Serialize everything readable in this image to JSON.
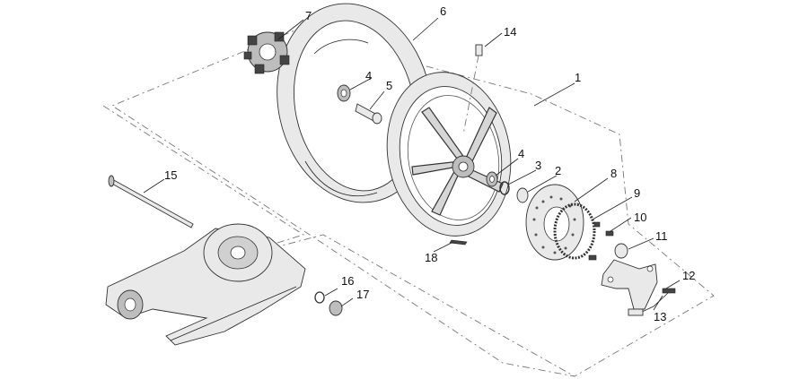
{
  "diagram": {
    "labels": [
      "1",
      "2",
      "3",
      "4",
      "4",
      "5",
      "6",
      "7",
      "8",
      "9",
      "10",
      "11",
      "12",
      "13",
      "14",
      "15",
      "16",
      "17",
      "18"
    ]
  }
}
